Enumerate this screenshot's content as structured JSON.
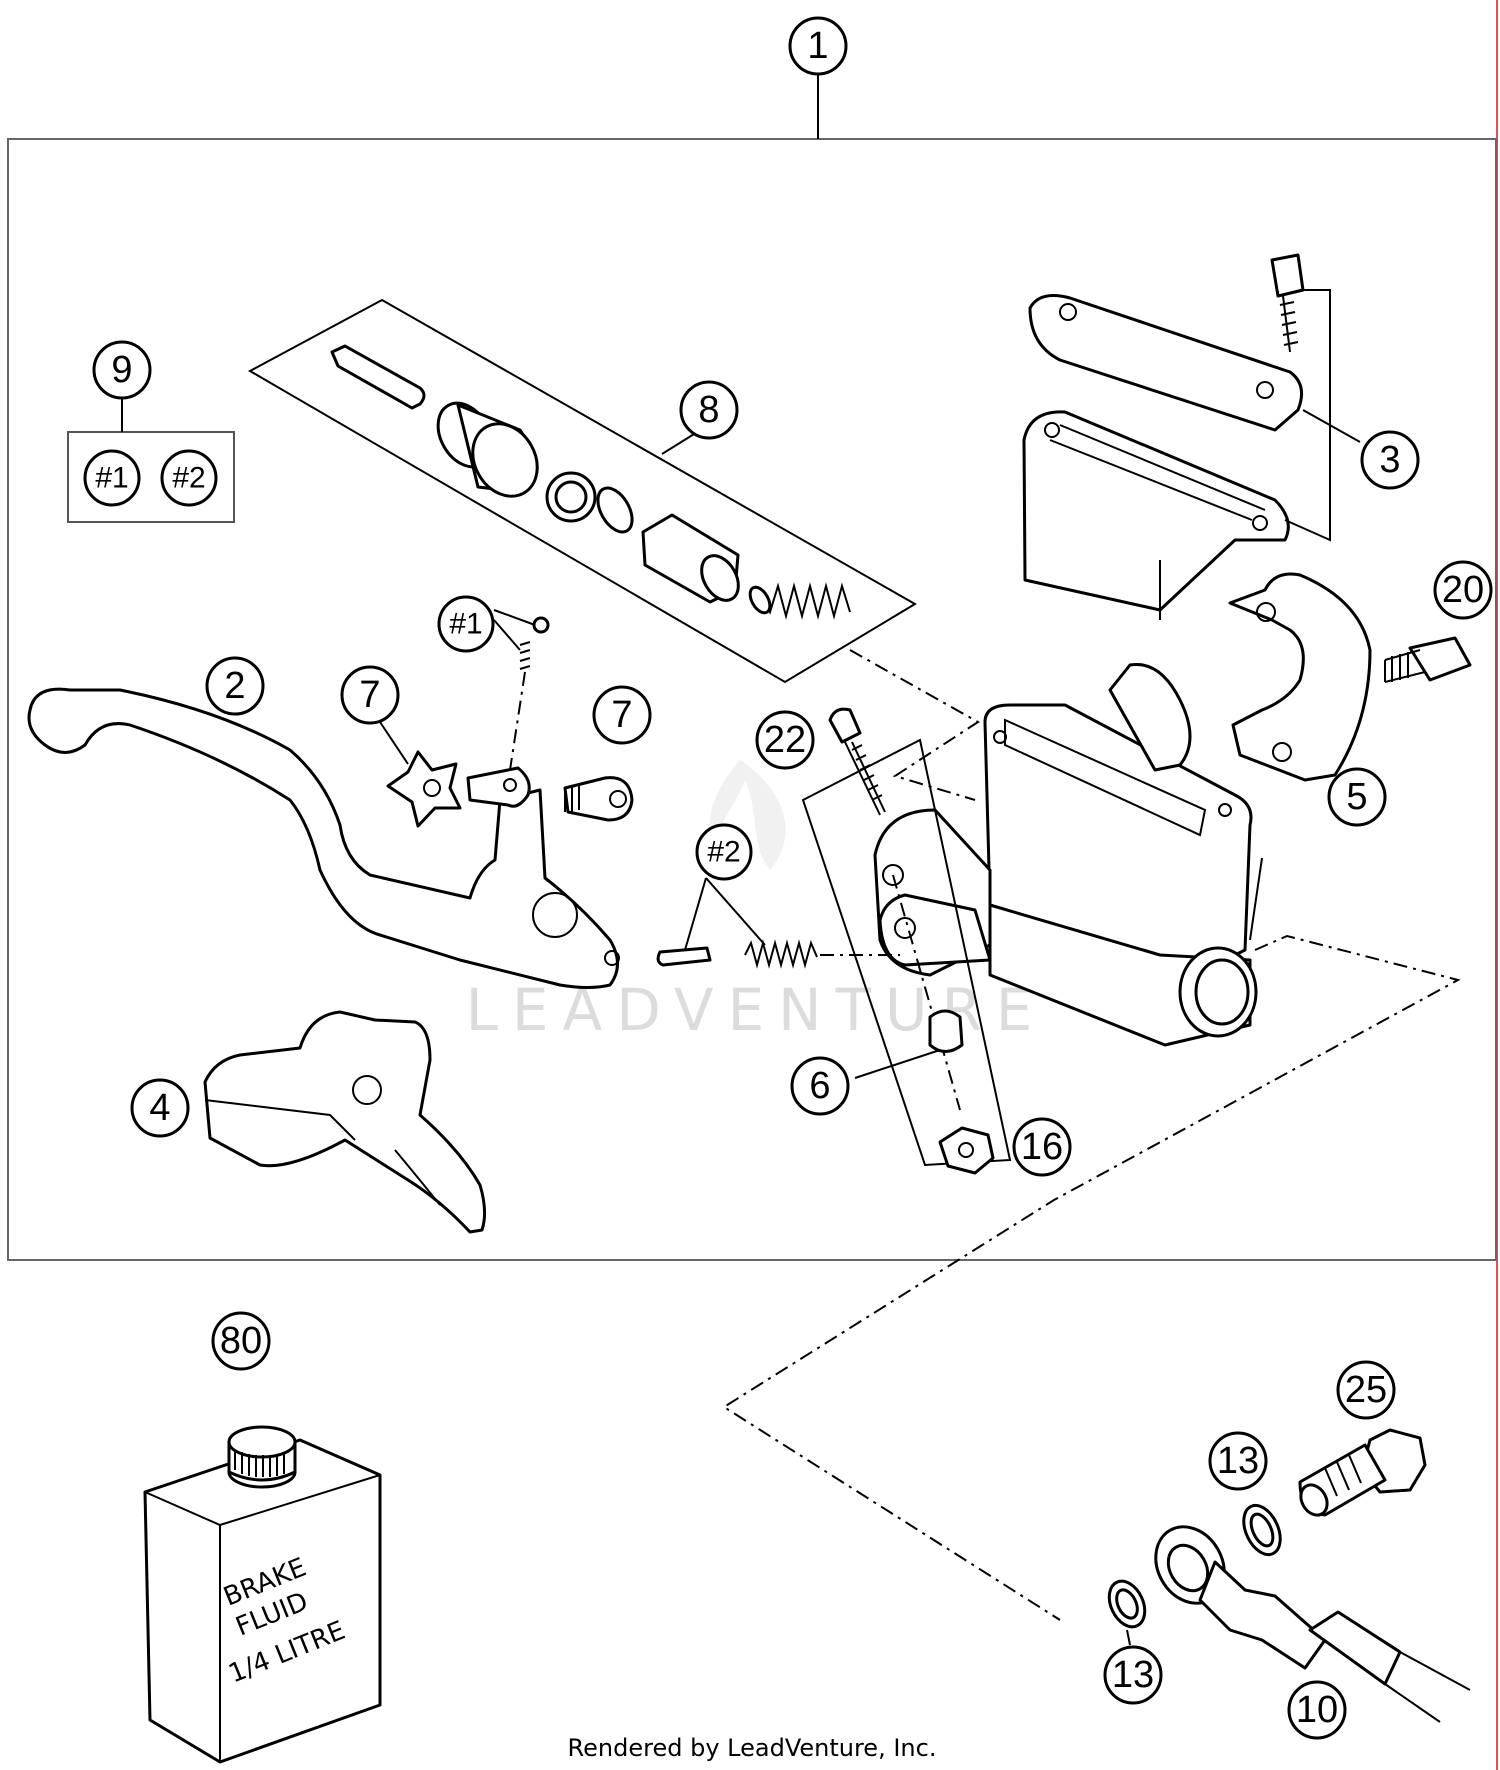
{
  "diagram": {
    "callouts": {
      "c1": "1",
      "c2": "2",
      "c3": "3",
      "c4": "4",
      "c5": "5",
      "c6": "6",
      "c7a": "7",
      "c7b": "7",
      "c8": "8",
      "c9": "9",
      "c9_h1": "#1",
      "c9_h2": "#2",
      "h1_spring": "#1",
      "h2_pin": "#2",
      "c10": "10",
      "c13a": "13",
      "c13b": "13",
      "c16": "16",
      "c20": "20",
      "c22": "22",
      "c25": "25",
      "c80": "80"
    },
    "bottle_label": [
      "BRAKE",
      "FLUID",
      "1/4 LITRE"
    ],
    "watermark": "LEADVENTURE",
    "footer": "Rendered by LeadVenture, Inc."
  }
}
